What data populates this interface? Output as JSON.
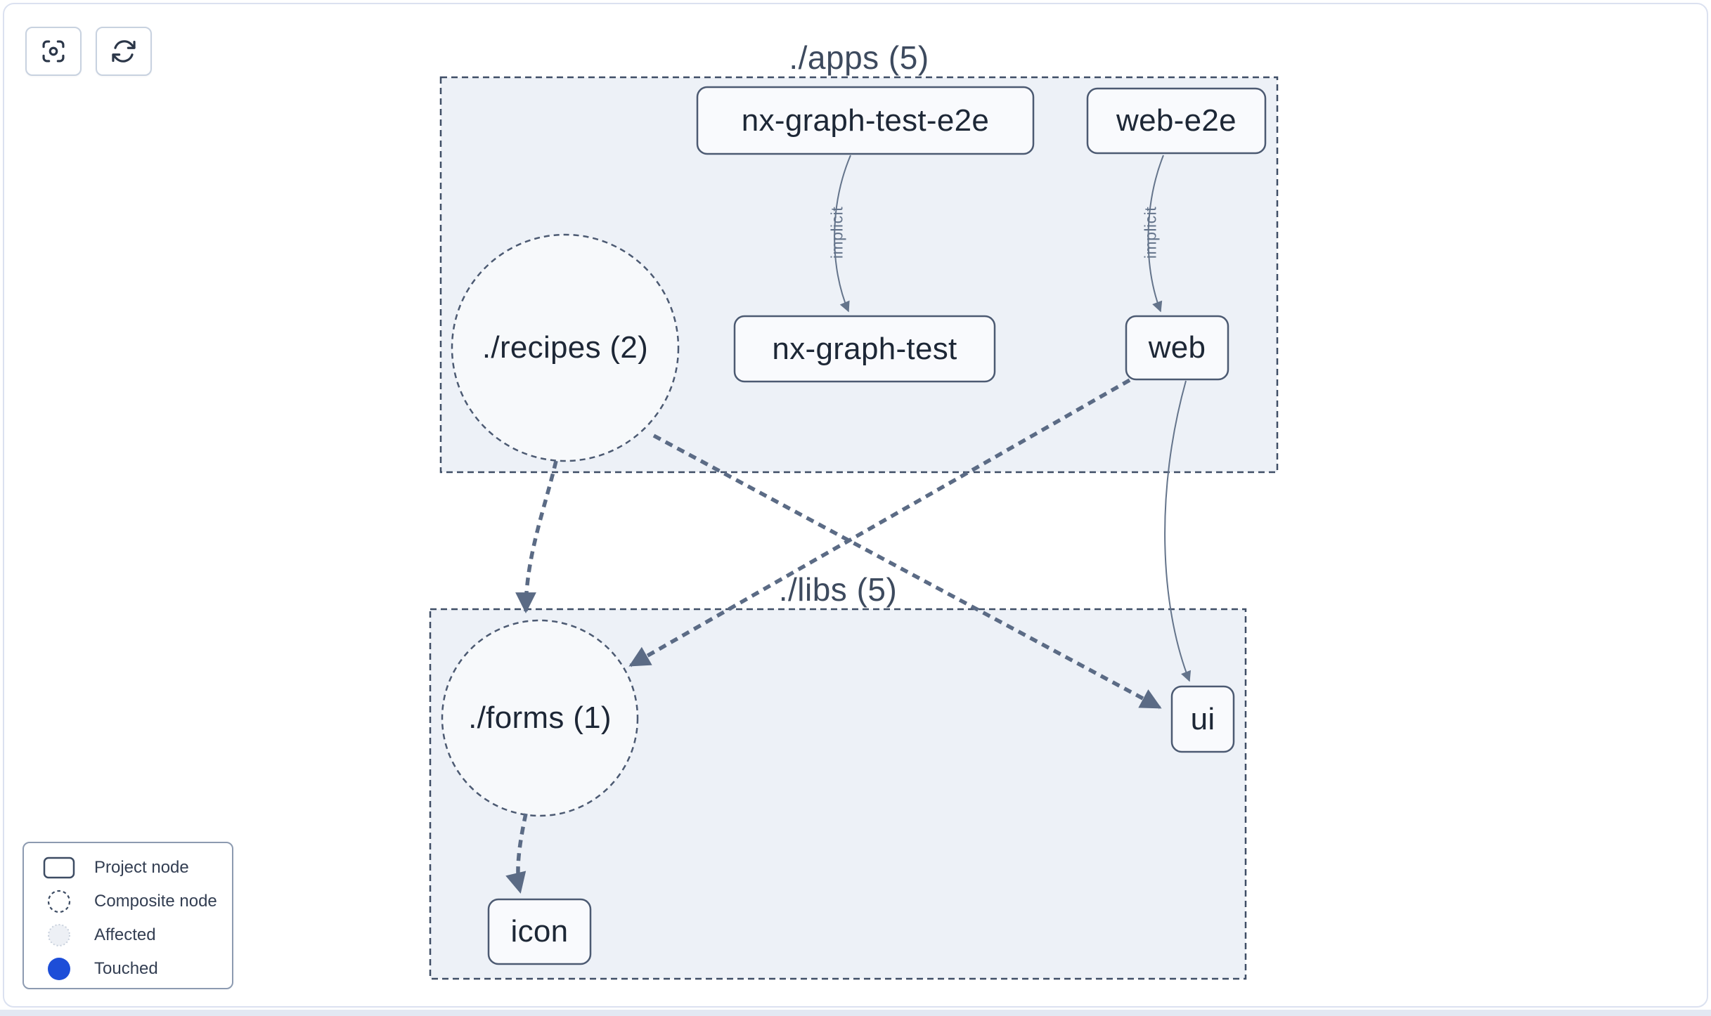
{
  "toolbar": {
    "buttons": [
      {
        "name": "focus",
        "icon": "focus-icon"
      },
      {
        "name": "refresh",
        "icon": "refresh-icon"
      }
    ]
  },
  "graph": {
    "groups": [
      {
        "id": "apps",
        "label": "./apps (5)"
      },
      {
        "id": "libs",
        "label": "./libs (5)"
      }
    ],
    "composite_nodes": [
      {
        "id": "recipes",
        "label": "./recipes (2)",
        "group": "apps"
      },
      {
        "id": "forms",
        "label": "./forms (1)",
        "group": "libs"
      }
    ],
    "project_nodes": [
      {
        "id": "nx-graph-test-e2e",
        "label": "nx-graph-test-e2e",
        "group": "apps"
      },
      {
        "id": "web-e2e",
        "label": "web-e2e",
        "group": "apps"
      },
      {
        "id": "nx-graph-test",
        "label": "nx-graph-test",
        "group": "apps"
      },
      {
        "id": "web",
        "label": "web",
        "group": "apps"
      },
      {
        "id": "ui",
        "label": "ui",
        "group": "libs"
      },
      {
        "id": "icon",
        "label": "icon",
        "group": "libs"
      }
    ],
    "edges": [
      {
        "from": "nx-graph-test-e2e",
        "to": "nx-graph-test",
        "label": "implicit",
        "style": "solid-thin"
      },
      {
        "from": "web-e2e",
        "to": "web",
        "label": "implicit",
        "style": "solid-thin"
      },
      {
        "from": "./recipes (2)",
        "to": "./forms (1)",
        "label": "",
        "style": "dashed-thick"
      },
      {
        "from": "./recipes (2)",
        "to": "ui",
        "label": "",
        "style": "dashed-thick"
      },
      {
        "from": "web",
        "to": "./forms (1)",
        "label": "",
        "style": "dashed-thick"
      },
      {
        "from": "web",
        "to": "ui",
        "label": "",
        "style": "solid-thin"
      },
      {
        "from": "./forms (1)",
        "to": "icon",
        "label": "",
        "style": "dashed-thick"
      }
    ]
  },
  "legend": {
    "items": [
      {
        "label": "Project node",
        "swatch": "project-rect"
      },
      {
        "label": "Composite node",
        "swatch": "dashed-circle"
      },
      {
        "label": "Affected",
        "swatch": "affected-circle"
      },
      {
        "label": "Touched",
        "swatch": "touched-circle"
      }
    ]
  },
  "colors": {
    "touched_blue": "#1d4ed8",
    "affected_fill": "#edf0f5",
    "edge_slate": "#5b6b85",
    "group_fill": "#edf1f7",
    "group_border": "#3f4e66",
    "node_border": "#4c5a72",
    "node_fill": "#f9fafd"
  }
}
